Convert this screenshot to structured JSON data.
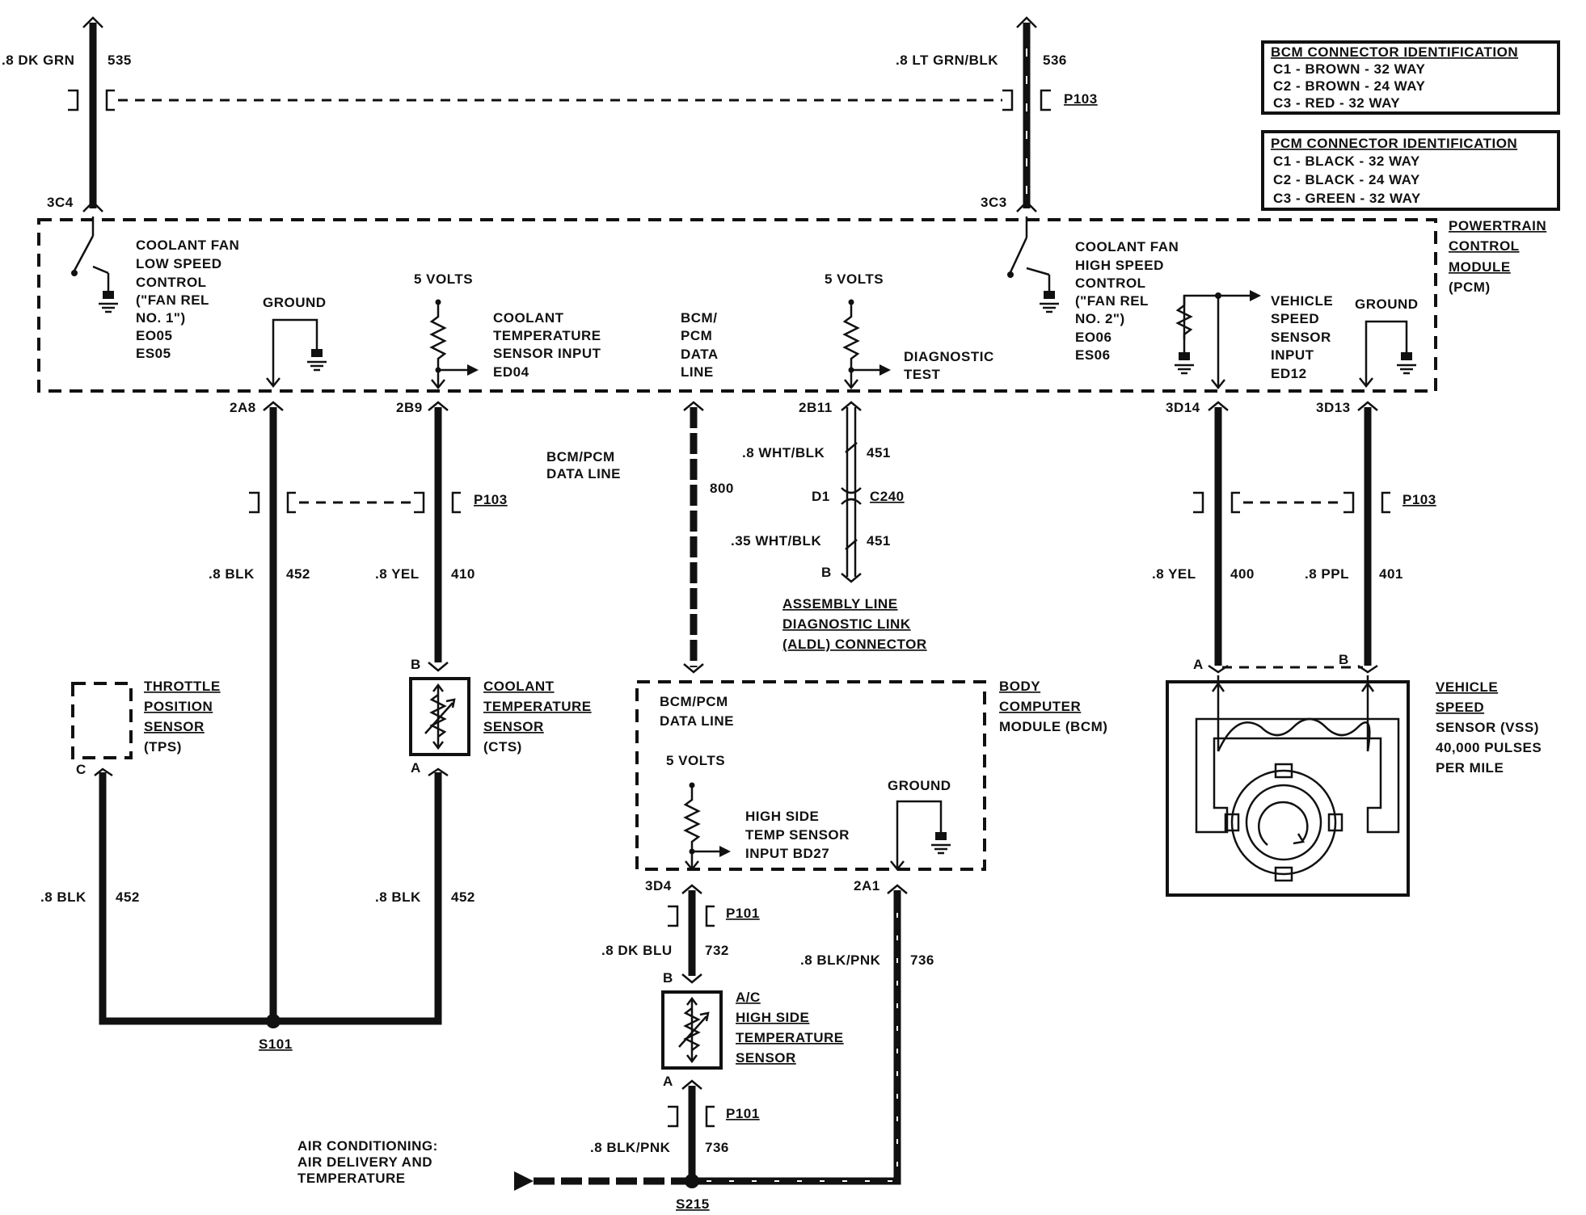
{
  "bcm_connector_id": {
    "title": "BCM CONNECTOR IDENTIFICATION",
    "lines": [
      "C1 - BROWN - 32 WAY",
      "C2 - BROWN - 24 WAY",
      "C3 - RED - 32 WAY"
    ]
  },
  "pcm_connector_id": {
    "title": "PCM CONNECTOR IDENTIFICATION",
    "lines": [
      "C1 - BLACK - 32 WAY",
      "C2 - BLACK - 24 WAY",
      "C3 - GREEN - 32 WAY"
    ]
  },
  "pcm": {
    "name": [
      "POWERTRAIN",
      "CONTROL",
      "MODULE",
      "(PCM)"
    ],
    "fan_low": [
      "COOLANT FAN",
      "LOW SPEED",
      "CONTROL",
      "(\"FAN REL",
      "NO. 1\")",
      "EO05",
      "ES05"
    ],
    "fan_high": [
      "COOLANT FAN",
      "HIGH SPEED",
      "CONTROL",
      "(\"FAN REL",
      "NO. 2\")",
      "EO06",
      "ES06"
    ],
    "ground_left": "GROUND",
    "ground_right": "GROUND",
    "five_volts_a": "5 VOLTS",
    "five_volts_b": "5 VOLTS",
    "coolant_input": [
      "COOLANT",
      "TEMPERATURE",
      "SENSOR INPUT",
      "ED04"
    ],
    "data_line": [
      "BCM/",
      "PCM",
      "DATA",
      "LINE"
    ],
    "diag_test": [
      "DIAGNOSTIC",
      "TEST"
    ],
    "vss_input": [
      "VEHICLE",
      "SPEED",
      "SENSOR",
      "INPUT",
      "ED12"
    ]
  },
  "top_wires": {
    "left": {
      "gauge": ".8 DK GRN",
      "circuit": "535",
      "pin": "3C4"
    },
    "right": {
      "gauge": ".8 LT GRN/BLK",
      "circuit": "536",
      "pin": "3C3"
    },
    "connector": "P103"
  },
  "pins": {
    "p2A8": "2A8",
    "p2B9": "2B9",
    "p2B11": "2B11",
    "p3D14": "3D14",
    "p3D13": "3D13",
    "p3D4": "3D4",
    "p2A1": "2A1"
  },
  "wires": {
    "w452a": {
      "gauge": ".8 BLK",
      "circuit": "452"
    },
    "w410": {
      "gauge": ".8 YEL",
      "circuit": "410"
    },
    "w800": {
      "circuit": "800",
      "label": [
        "BCM/PCM",
        "DATA LINE"
      ]
    },
    "w451a": {
      "gauge": ".8 WHT/BLK",
      "circuit": "451"
    },
    "w451b": {
      "gauge": ".35 WHT/BLK",
      "circuit": "451"
    },
    "w400": {
      "gauge": ".8 YEL",
      "circuit": "400"
    },
    "w401": {
      "gauge": ".8 PPL",
      "circuit": "401"
    },
    "w452b": {
      "gauge": ".8 BLK",
      "circuit": "452"
    },
    "w452c": {
      "gauge": ".8 BLK",
      "circuit": "452"
    },
    "w732": {
      "gauge": ".8 DK BLU",
      "circuit": "732"
    },
    "w736a": {
      "gauge": ".8 BLK/PNK",
      "circuit": "736"
    },
    "w736b": {
      "gauge": ".8 BLK/PNK",
      "circuit": "736"
    }
  },
  "connectors": {
    "p103": "P103",
    "c240": "C240",
    "d1": "D1",
    "b_aldl": "B",
    "p101a": "P101",
    "p101b": "P101"
  },
  "aldl": [
    "ASSEMBLY LINE",
    "DIAGNOSTIC LINK",
    "(ALDL) CONNECTOR"
  ],
  "tps": {
    "name": [
      "THROTTLE",
      "POSITION",
      "SENSOR",
      "(TPS)"
    ],
    "pin": "C"
  },
  "cts": {
    "name": [
      "COOLANT",
      "TEMPERATURE",
      "SENSOR",
      "(CTS)"
    ],
    "pin_top": "B",
    "pin_bottom": "A"
  },
  "bcm": {
    "name": [
      "BODY",
      "COMPUTER",
      "MODULE (BCM)"
    ],
    "data_line": [
      "BCM/PCM",
      "DATA LINE"
    ],
    "five_volts": "5 VOLTS",
    "ground": "GROUND",
    "high_side": [
      "HIGH SIDE",
      "TEMP SENSOR",
      "INPUT BD27"
    ]
  },
  "ac_sensor": {
    "name": [
      "A/C",
      "HIGH SIDE",
      "TEMPERATURE",
      "SENSOR"
    ],
    "pin_top": "B",
    "pin_bottom": "A"
  },
  "vss": {
    "name": [
      "VEHICLE",
      "SPEED",
      "SENSOR (VSS)",
      "40,000 PULSES",
      "PER MILE"
    ],
    "pin_a": "A",
    "pin_b": "B"
  },
  "splices": {
    "s101": "S101",
    "s215": "S215"
  },
  "ac_ref": [
    "AIR CONDITIONING:",
    "AIR DELIVERY AND",
    "TEMPERATURE"
  ]
}
